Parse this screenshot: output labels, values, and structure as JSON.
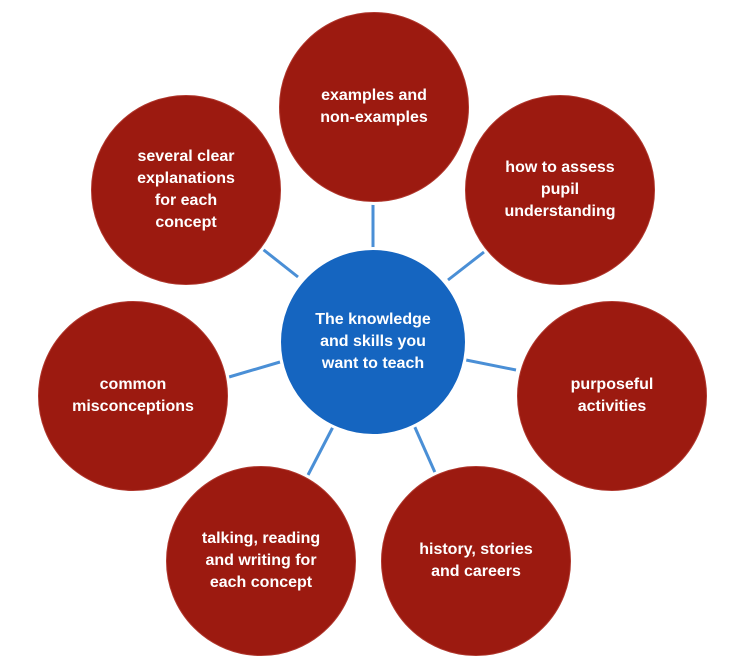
{
  "center": {
    "label": "The knowledge\nand skills you\nwant to teach"
  },
  "nodes": {
    "examples": "examples and\nnon-examples",
    "assess": "how to assess\npupil\nunderstanding",
    "purposeful": "purposeful\nactivities",
    "history": "history, stories\nand careers",
    "talking": "talking, reading\nand writing for\neach concept",
    "misconceptions": "common\nmisconceptions",
    "explanations": "several clear\nexplanations\nfor each\nconcept"
  },
  "colors": {
    "outer_fill": "#9c1a10",
    "center_fill": "#1565c0",
    "connector": "#4a8fd6",
    "text": "#ffffff"
  }
}
